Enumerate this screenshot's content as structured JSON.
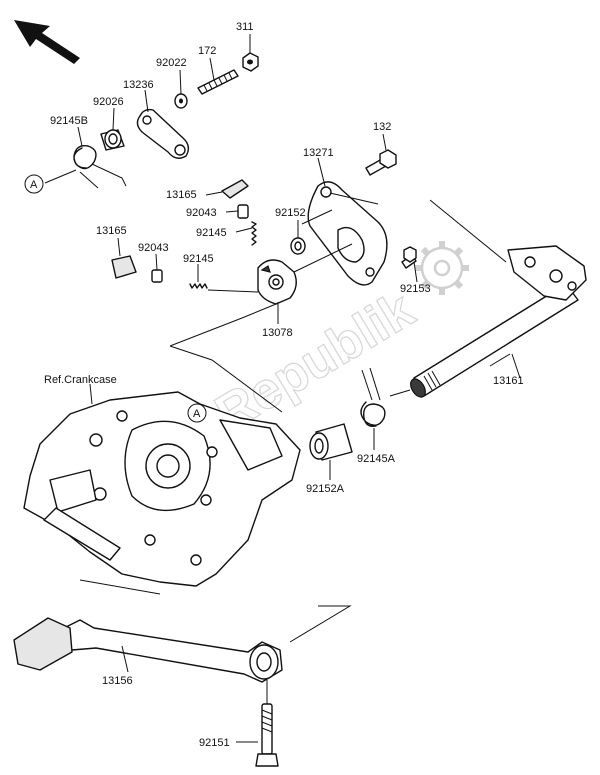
{
  "callouts": {
    "c311": "311",
    "c172": "172",
    "c92022": "92022",
    "c13236": "13236",
    "c92026": "92026",
    "c92145B": "92145B",
    "c132": "132",
    "c13271": "13271",
    "c13165_top": "13165",
    "c92043_top": "92043",
    "c92152": "92152",
    "c92145_top": "92145",
    "c13165_left": "13165",
    "c92043_left": "92043",
    "c92145_left": "92145",
    "c92153": "92153",
    "c13078": "13078",
    "c13161": "13161",
    "ref_crankcase": "Ref.Crankcase",
    "c92145A": "92145A",
    "c92152A": "92152A",
    "c13156": "13156",
    "c92151": "92151",
    "ref_a_top": "A",
    "ref_a_case": "A"
  },
  "watermark": "PartsRepublik",
  "icons": [
    "front-direction-arrow-icon",
    "gear-watermark-icon"
  ]
}
